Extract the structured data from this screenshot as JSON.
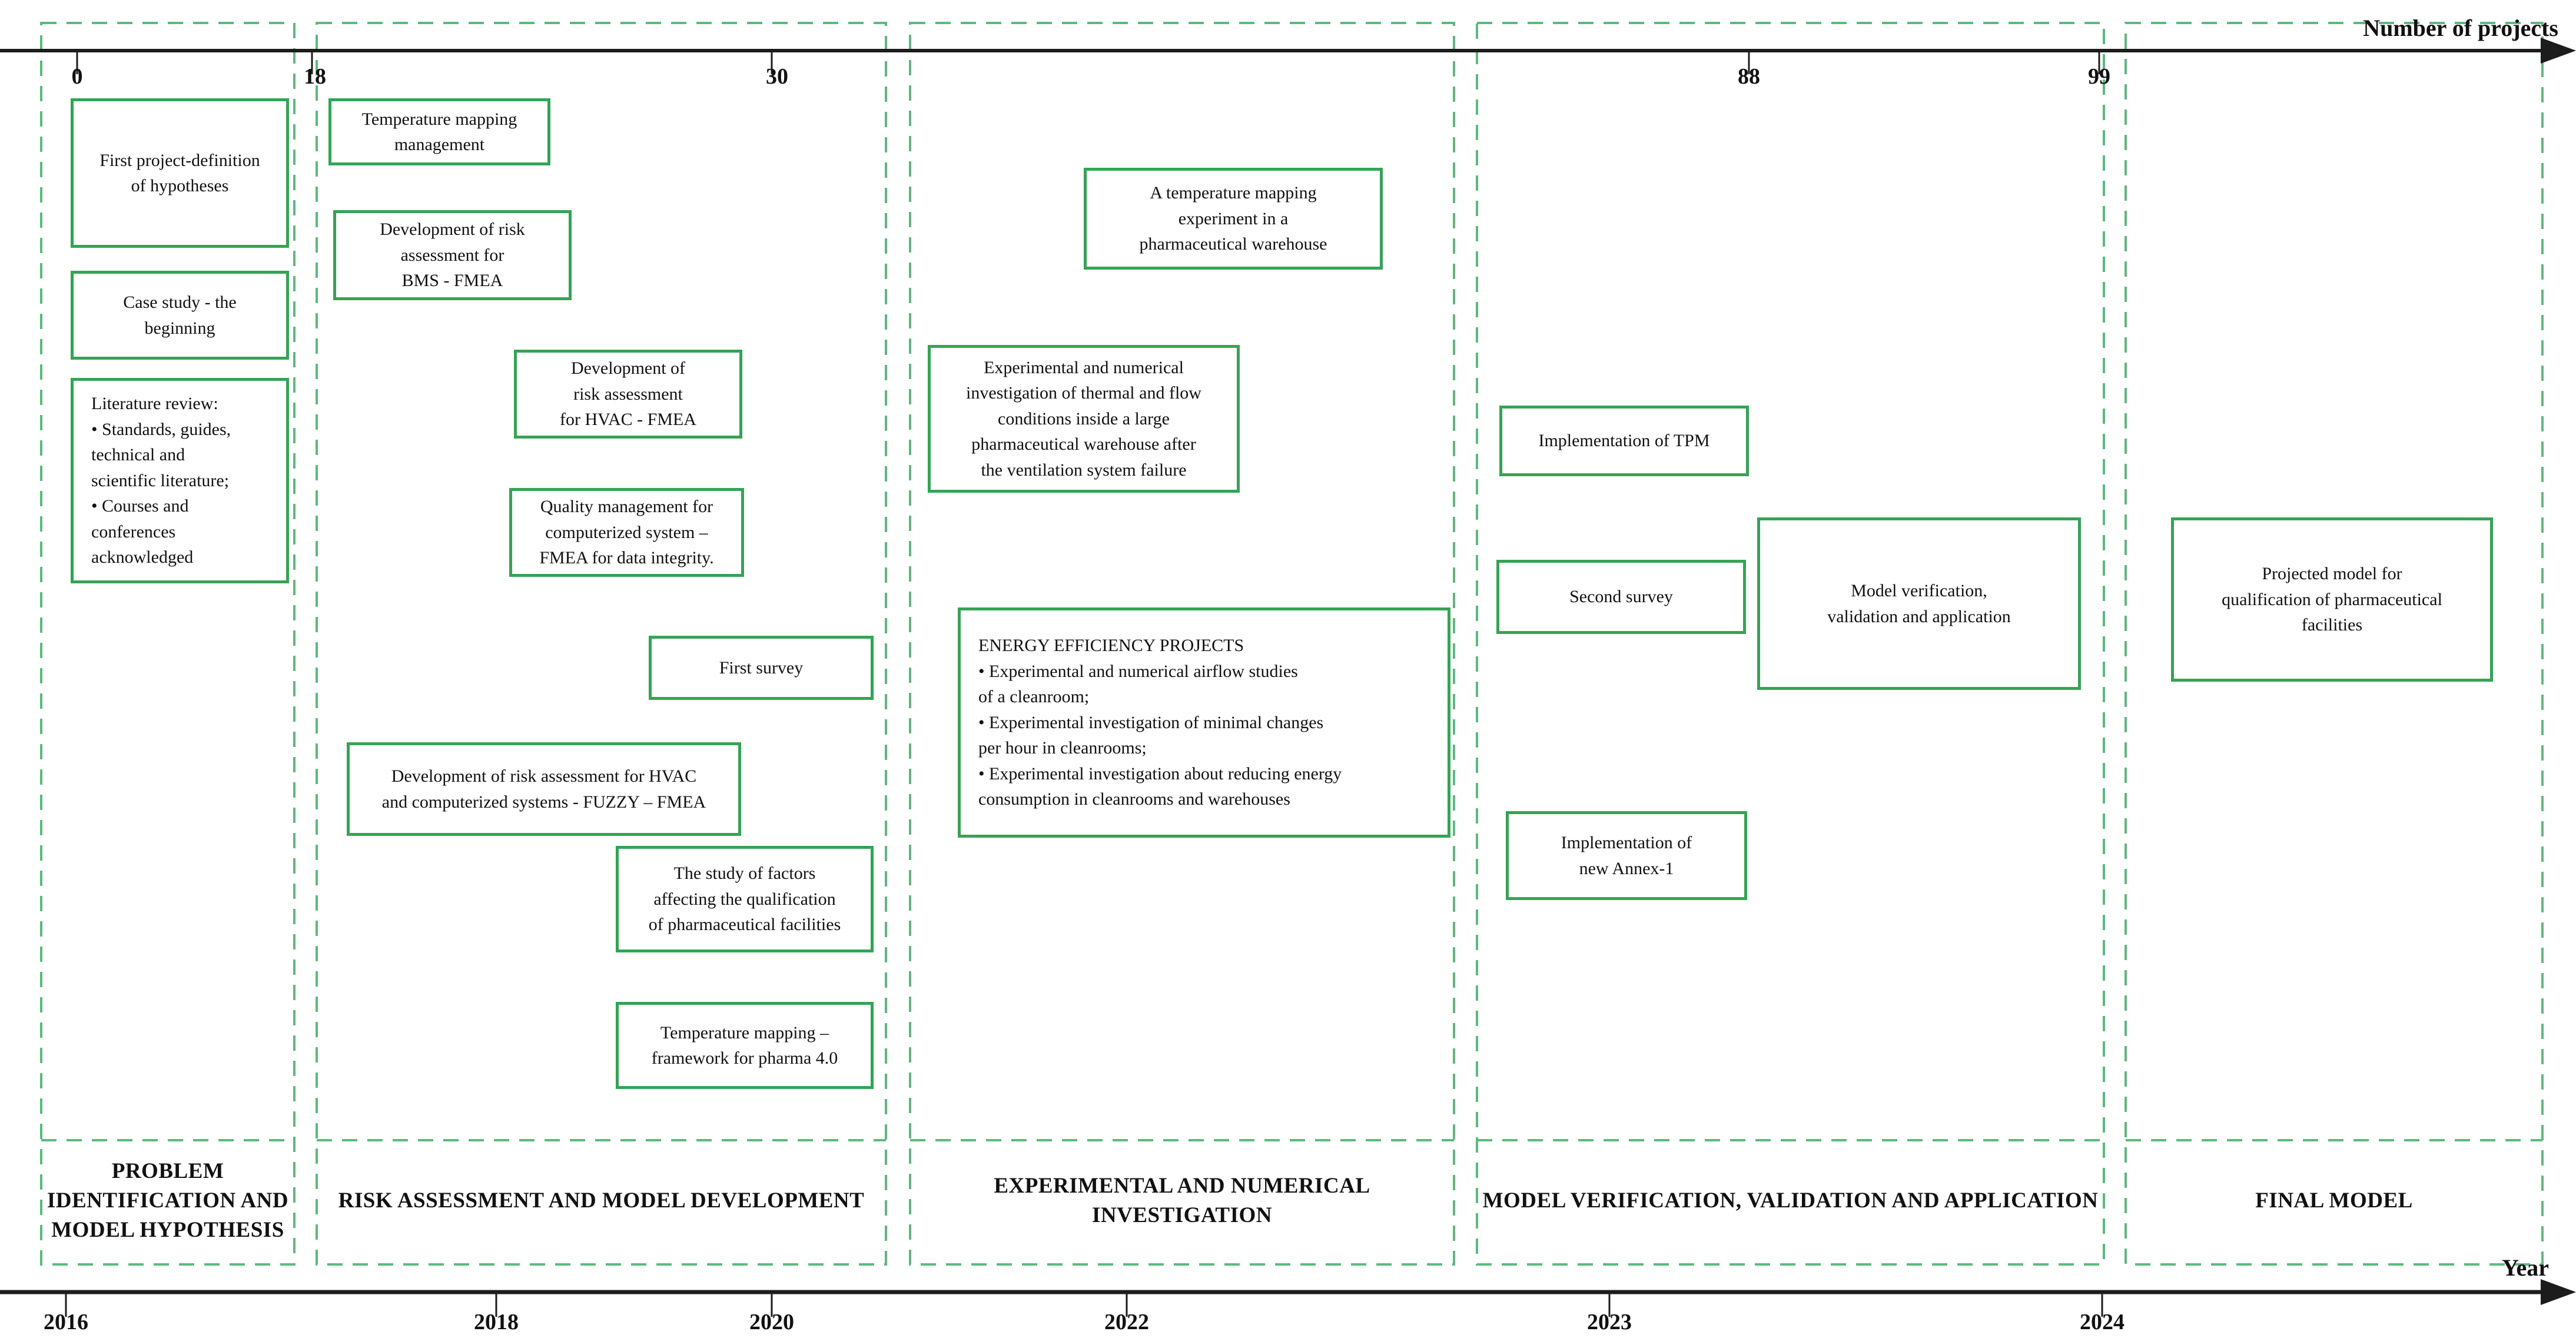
{
  "figure": {
    "description": "Research project timeline diagram with five phases"
  },
  "colors": {
    "box_border_green": "#35a355",
    "dashed_border_green": "#5cb97e",
    "axis_color": "#1c1c1c",
    "text_color": "#111111",
    "background": "#ffffff"
  },
  "top_axis": {
    "title": "Number of projects",
    "ticks": [
      {
        "label": "0"
      },
      {
        "label": "18"
      },
      {
        "label": "30"
      },
      {
        "label": "88"
      },
      {
        "label": "99"
      }
    ]
  },
  "bottom_axis": {
    "title": "Year",
    "ticks": [
      {
        "label": "2016"
      },
      {
        "label": "2018"
      },
      {
        "label": "2020"
      },
      {
        "label": "2022"
      },
      {
        "label": "2023"
      },
      {
        "label": "2024"
      }
    ]
  },
  "phases": [
    {
      "label": "PROBLEM\nIDENTIFICATION AND\nMODEL HYPOTHESIS"
    },
    {
      "label": "RISK ASSESSMENT AND MODEL DEVELOPMENT"
    },
    {
      "label": "EXPERIMENTAL AND NUMERICAL INVESTIGATION"
    },
    {
      "label": "MODEL VERIFICATION, VALIDATION AND APPLICATION"
    },
    {
      "label": "FINAL MODEL"
    }
  ],
  "boxes": [
    {
      "text": "First project-definition\nof hypotheses"
    },
    {
      "text": "Case study - the\nbeginning"
    },
    {
      "text": "Literature review:\n• Standards, guides,\ntechnical and\nscientific literature;\n• Courses and\nconferences\nacknowledged"
    },
    {
      "text": "Temperature mapping\nmanagement"
    },
    {
      "text": "Development of risk\nassessment for\nBMS - FMEA"
    },
    {
      "text": "Development of\nrisk assessment\nfor HVAC - FMEA"
    },
    {
      "text": "Quality management for\ncomputerized system –\nFMEA for data integrity."
    },
    {
      "text": "First survey"
    },
    {
      "text": "Development of risk assessment for HVAC\nand computerized systems - FUZZY – FMEA"
    },
    {
      "text": "The study of factors\naffecting the qualification\nof pharmaceutical facilities"
    },
    {
      "text": "Temperature mapping –\nframework for pharma 4.0"
    },
    {
      "text": "A temperature mapping\nexperiment in a\npharmaceutical warehouse"
    },
    {
      "text": "Experimental and numerical\ninvestigation of thermal and flow\nconditions inside a large\npharmaceutical warehouse after\nthe ventilation system failure"
    },
    {
      "text": "ENERGY EFFICIENCY PROJECTS\n• Experimental and numerical airflow studies\nof a cleanroom;\n• Experimental investigation of minimal changes\nper hour in cleanrooms;\n• Experimental investigation about reducing energy\nconsumption in cleanrooms and warehouses"
    },
    {
      "text": "Implementation of TPM"
    },
    {
      "text": "Second survey"
    },
    {
      "text": "Model verification,\nvalidation and application"
    },
    {
      "text": "Implementation of\nnew Annex-1"
    },
    {
      "text": "Projected model for\nqualification of pharmaceutical\nfacilities"
    }
  ]
}
